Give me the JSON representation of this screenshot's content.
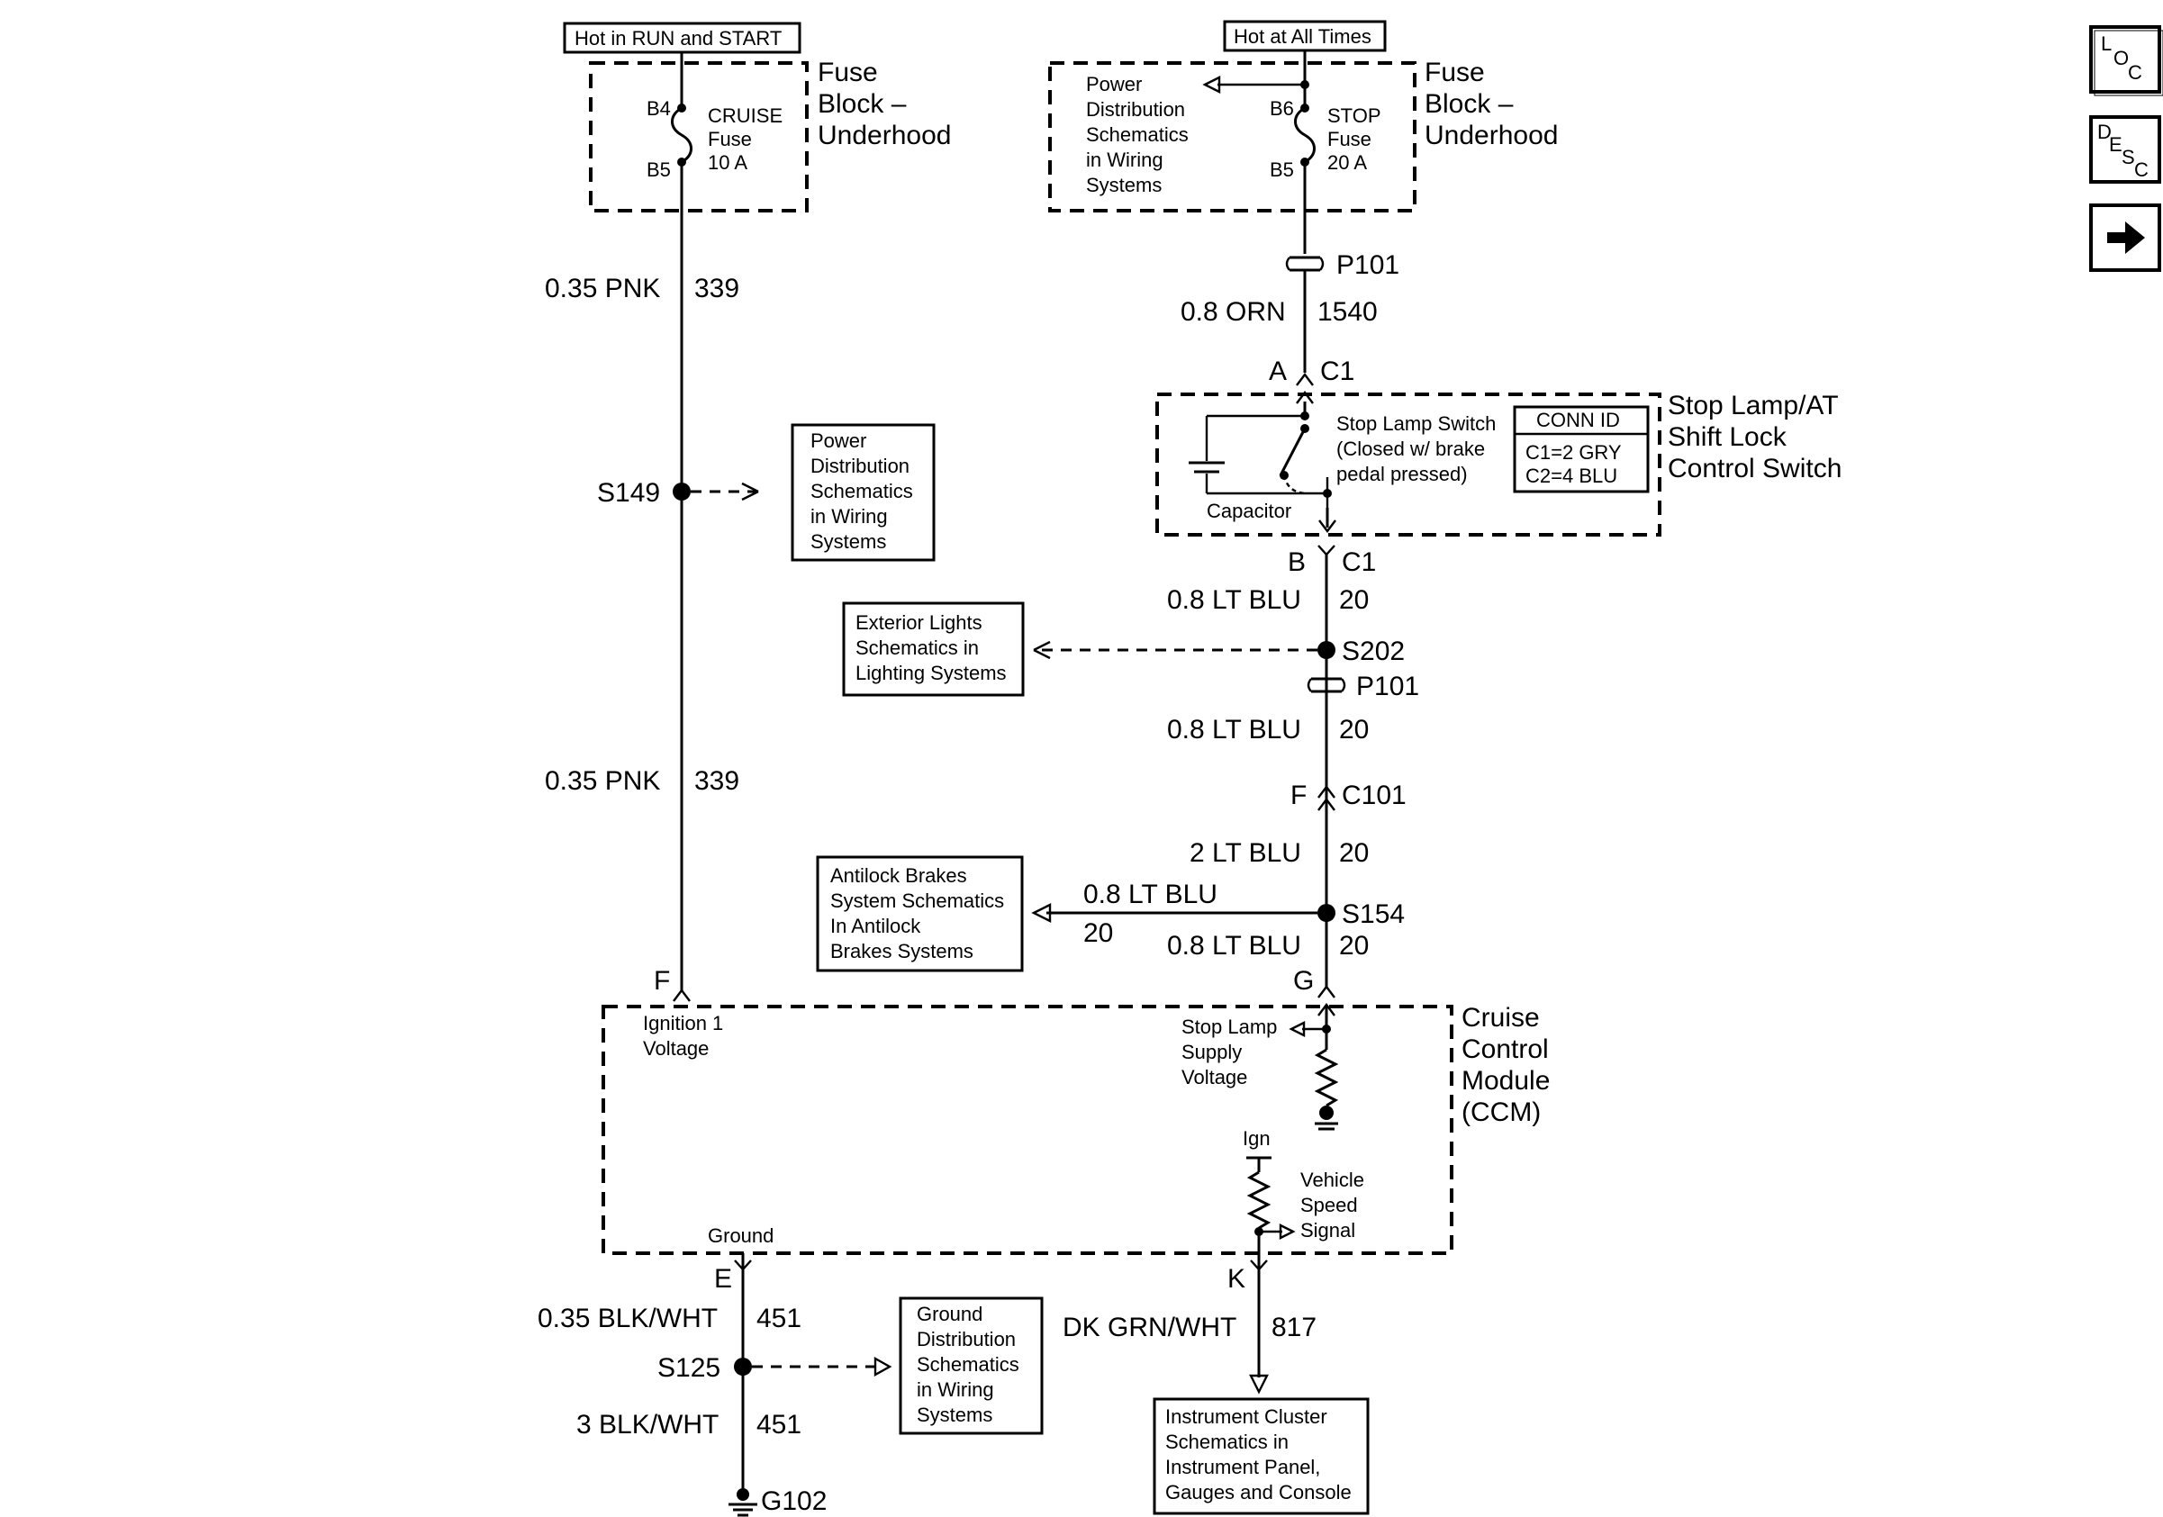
{
  "headers": {
    "hot_run_start": "Hot in RUN and START",
    "hot_all_times": "Hot at All Times"
  },
  "fuse_block_left": {
    "title_1": "Fuse",
    "title_2": "Block –",
    "title_3": "Underhood",
    "pin_top": "B4",
    "pin_bottom": "B5",
    "fuse_name": "CRUISE",
    "fuse_word": "Fuse",
    "fuse_rating": "10 A"
  },
  "fuse_block_right": {
    "title_1": "Fuse",
    "title_2": "Block –",
    "title_3": "Underhood",
    "pin_top": "B6",
    "pin_bottom": "B5",
    "fuse_name": "STOP",
    "fuse_word": "Fuse",
    "fuse_rating": "20 A",
    "ref_lines": [
      "Power",
      "Distribution",
      "Schematics",
      "in Wiring",
      "Systems"
    ]
  },
  "wires": {
    "pnk_top_gauge": "0.35 PNK",
    "pnk_top_circuit": "339",
    "pnk_mid_gauge": "0.35 PNK",
    "pnk_mid_circuit": "339",
    "orn_gauge": "0.8 ORN",
    "orn_circuit": "1540",
    "ltblu_1_gauge": "0.8 LT BLU",
    "ltblu_1_circuit": "20",
    "ltblu_2_gauge": "0.8 LT BLU",
    "ltblu_2_circuit": "20",
    "ltblu_3_gauge": "2 LT BLU",
    "ltblu_3_circuit": "20",
    "ltblu_branch_gauge": "0.8 LT BLU",
    "ltblu_branch_circuit": "20",
    "ltblu_4_gauge": "0.8 LT BLU",
    "ltblu_4_circuit": "20",
    "blk_1_gauge": "0.35 BLK/WHT",
    "blk_1_circuit": "451",
    "blk_2_gauge": "3 BLK/WHT",
    "blk_2_circuit": "451",
    "dkgrn_gauge": "DK GRN/WHT",
    "dkgrn_circuit": "817"
  },
  "connectors": {
    "p101_top": "P101",
    "c1_a_pin": "A",
    "c1_a_name": "C1",
    "c1_b_pin": "B",
    "c1_b_name": "C1",
    "p101_mid": "P101",
    "c101_pin": "F",
    "c101_name": "C101",
    "ccm_g_pin": "G",
    "ccm_f_pin": "F",
    "ccm_e_pin": "E",
    "ccm_k_pin": "K"
  },
  "splices": {
    "s149": "S149",
    "s202": "S202",
    "s154": "S154",
    "s125": "S125"
  },
  "ground": {
    "g102": "G102"
  },
  "stop_lamp_switch": {
    "title_1": "Stop Lamp/AT",
    "title_2": "Shift Lock",
    "title_3": "Control Switch",
    "switch_label": "Stop Lamp Switch",
    "switch_note_1": "(Closed w/ brake",
    "switch_note_2": "pedal pressed)",
    "capacitor": "Capacitor",
    "conn_id_title": "CONN ID",
    "conn_id_c1": "C1=2 GRY",
    "conn_id_c2": "C2=4 BLU"
  },
  "ccm": {
    "title_1": "Cruise",
    "title_2": "Control",
    "title_3": "Module",
    "title_4": "(CCM)",
    "ign_voltage_1": "Ignition 1",
    "ign_voltage_2": "Voltage",
    "stop_lamp_1": "Stop Lamp",
    "stop_lamp_2": "Supply",
    "stop_lamp_3": "Voltage",
    "ign": "Ign",
    "vss_1": "Vehicle",
    "vss_2": "Speed",
    "vss_3": "Signal",
    "ground": "Ground"
  },
  "refs": {
    "power_dist_left": [
      "Power",
      "Distribution",
      "Schematics",
      "in Wiring",
      "Systems"
    ],
    "exterior_lights": [
      "Exterior Lights",
      "Schematics in",
      "Lighting Systems"
    ],
    "antilock": [
      "Antilock Brakes",
      "System Schematics",
      "In Antilock",
      "Brakes Systems"
    ],
    "ground_dist": [
      "Ground",
      "Distribution",
      "Schematics",
      "in Wiring",
      "Systems"
    ],
    "instrument_cluster": [
      "Instrument Cluster",
      "Schematics in",
      "Instrument Panel,",
      "Gauges and Console"
    ]
  },
  "nav": {
    "loc_l": "L",
    "loc_o": "O",
    "loc_c": "C",
    "desc_d": "D",
    "desc_e": "E",
    "desc_s": "S",
    "desc_c": "C",
    "next_icon": "arrow-right-icon"
  }
}
